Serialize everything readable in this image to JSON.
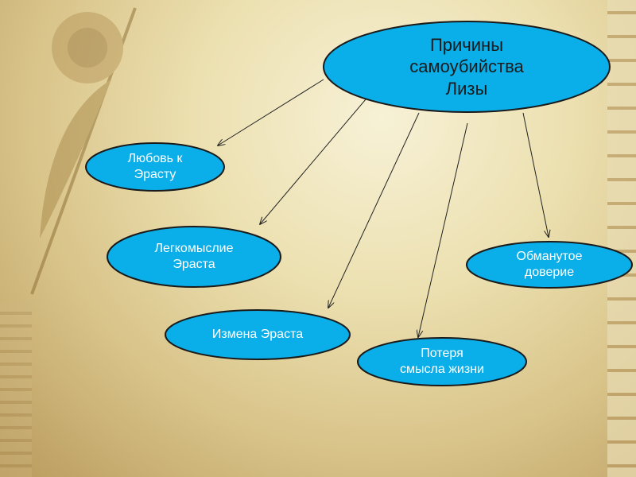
{
  "center": {
    "label": "Причины самоубийства Лизы",
    "lines": [
      "Причины",
      "самоубийства",
      "Лизы"
    ]
  },
  "causes": [
    {
      "lines": [
        "Любовь к",
        "Эрасту"
      ]
    },
    {
      "lines": [
        "Легкомыслие",
        "Эраста"
      ]
    },
    {
      "lines": [
        "Измена Эраста"
      ]
    },
    {
      "lines": [
        "Потеря",
        "смысла жизни"
      ]
    },
    {
      "lines": [
        "Обманутое",
        "доверие"
      ]
    }
  ],
  "colors": {
    "ellipse": "#0aaee8",
    "stroke": "#1a1a1a"
  }
}
